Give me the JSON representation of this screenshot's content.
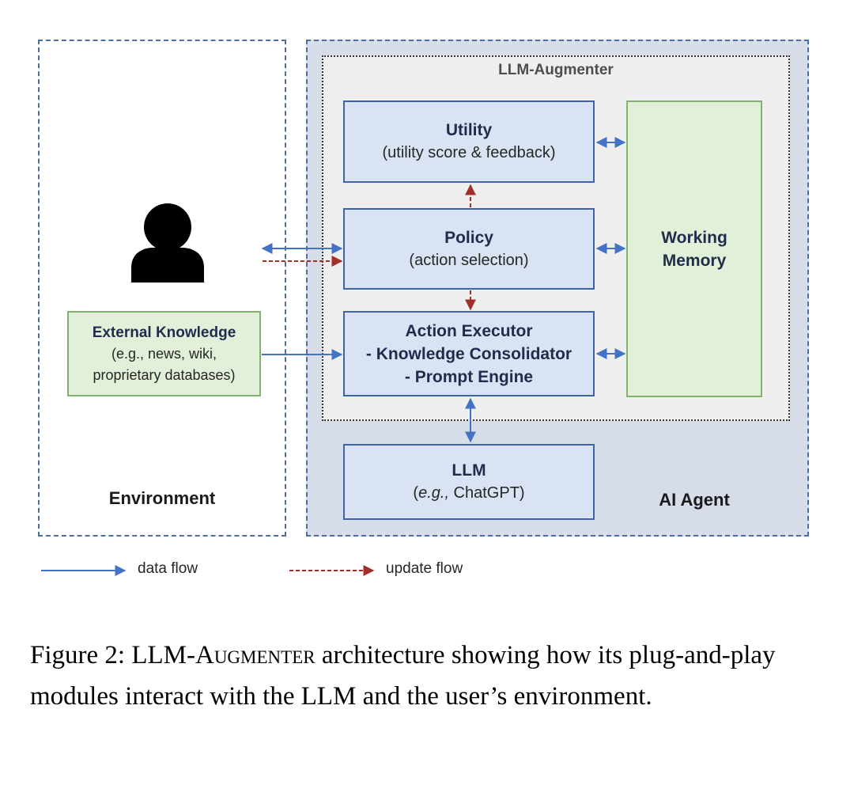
{
  "diagram": {
    "augmenter_title": "LLM-Augmenter",
    "environment_label": "Environment",
    "agent_label": "AI Agent",
    "utility": {
      "title": "Utility",
      "subtitle": "(utility score & feedback)"
    },
    "policy": {
      "title": "Policy",
      "subtitle": "(action selection)"
    },
    "executor": {
      "line1": "Action Executor",
      "line2": "- Knowledge Consolidator",
      "line3": "- Prompt Engine"
    },
    "llm": {
      "title": "LLM",
      "subtitle_em": "e.g.,",
      "subtitle_rest": " ChatGPT)",
      "subtitle_open": "("
    },
    "memory": {
      "line1": "Working",
      "line2": "Memory"
    },
    "external": {
      "title": "External Knowledge",
      "line2": "(e.g., news, wiki,",
      "line3": "proprietary databases)"
    },
    "user_icon": "user-icon",
    "colors": {
      "data_flow": "#4472c4",
      "update_flow": "#a0302a",
      "box_border": "#3e64a8",
      "box_fill": "#dae3f3",
      "memory_fill": "#e2efd9",
      "agent_fill": "#d6dde9"
    }
  },
  "legend": {
    "data_flow": "data flow",
    "update_flow": "update flow"
  },
  "caption": {
    "prefix": "Figure 2:  LLM-",
    "smallcaps": "Augmenter",
    "rest": " architecture showing how its plug-and-play modules interact with the LLM and the user’s environment."
  }
}
